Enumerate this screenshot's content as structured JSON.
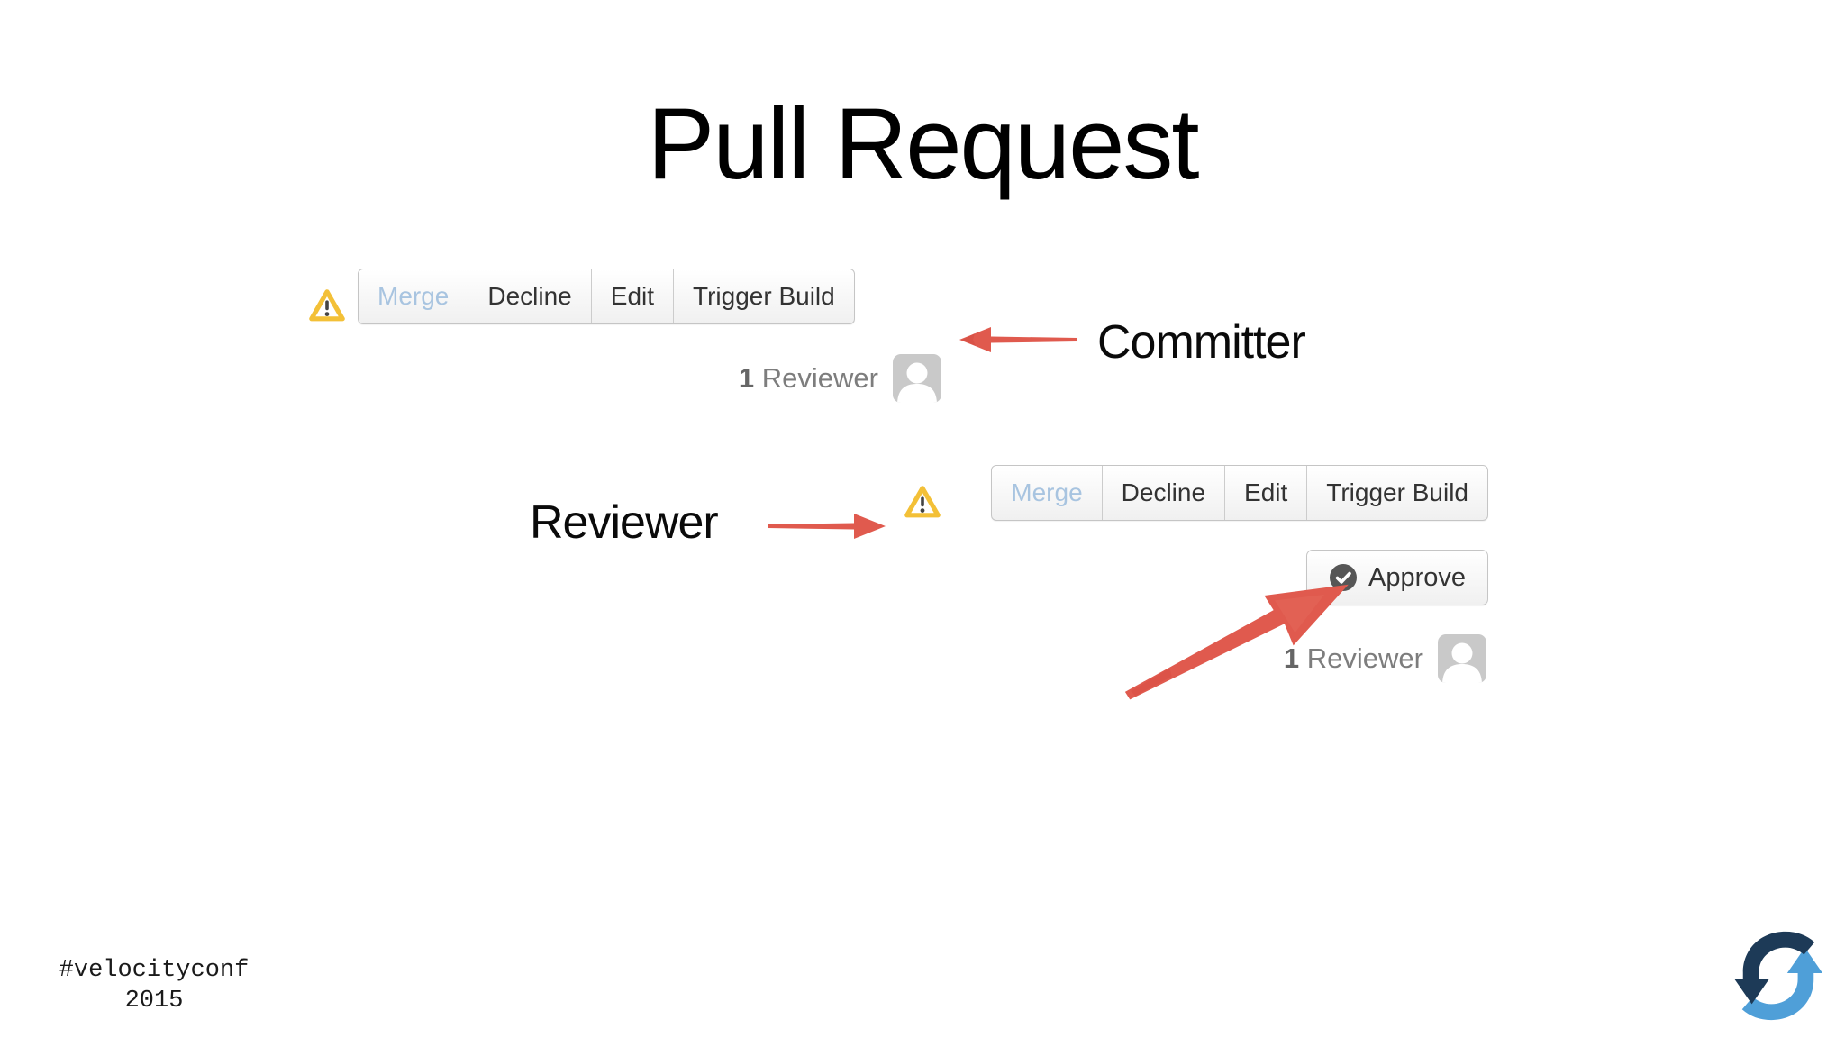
{
  "title": "Pull Request",
  "committer": {
    "label": "Committer",
    "buttons": [
      "Merge",
      "Decline",
      "Edit",
      "Trigger Build"
    ],
    "merge_disabled": true,
    "reviewers": {
      "count": "1",
      "label": "Reviewer"
    }
  },
  "reviewer": {
    "label": "Reviewer",
    "buttons": [
      "Merge",
      "Decline",
      "Edit",
      "Trigger Build"
    ],
    "merge_disabled": true,
    "approve_label": "Approve",
    "reviewers": {
      "count": "1",
      "label": "Reviewer"
    }
  },
  "footer": {
    "hashtag": "#velocityconf",
    "year": "2015"
  },
  "colors": {
    "arrow_red": "#e05a4e",
    "warning_yellow": "#f3c037",
    "merge_disabled_blue": "#a8c4e0",
    "button_text": "#333333",
    "reviewer_gray": "#7d7d7d",
    "avatar_gray": "#c9c9c9",
    "logo_dark_navy": "#1d3a57",
    "logo_light_blue": "#4f9fd8"
  },
  "icons": {
    "warning": "warning-triangle-icon",
    "avatar": "user-avatar-icon",
    "approve_check": "check-circle-icon",
    "committer_arrow": "arrow-left-icon",
    "reviewer_arrow": "arrow-right-icon",
    "big_arrow": "arrow-up-right-icon",
    "logo": "sync-arrows-logo-icon"
  }
}
